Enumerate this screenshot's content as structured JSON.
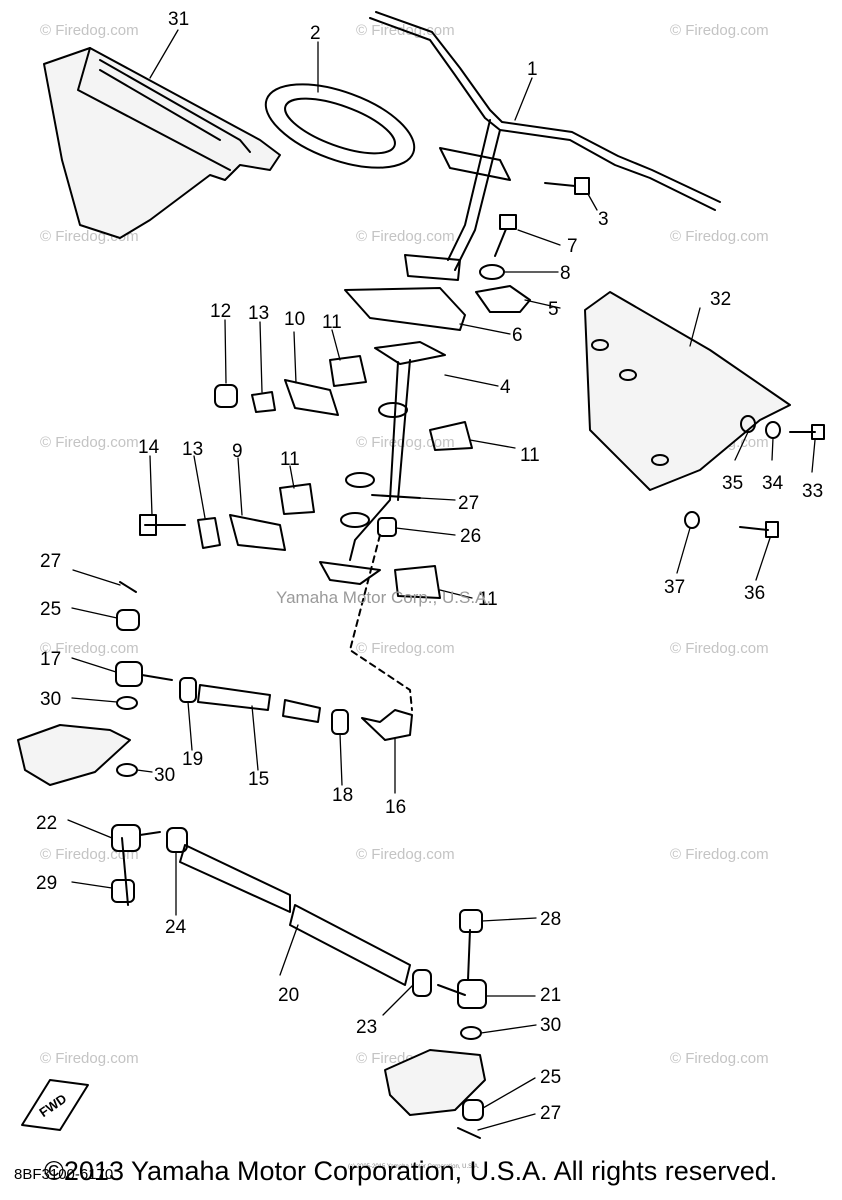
{
  "watermark": "© Firedog.com",
  "center_watermark": "Yamaha Motor Corp., U.S.A.",
  "part_code": "8BF3100-6170",
  "copyright": "©2013 Yamaha Motor Corporation, U.S.A. All rights reserved.",
  "tiny_note": "(c) 2005-2015 Yamaha Motor Corporation, U.S.A.",
  "fwd_label": "FWD",
  "callouts": [
    {
      "n": "31"
    },
    {
      "n": "2"
    },
    {
      "n": "1"
    },
    {
      "n": "3"
    },
    {
      "n": "7"
    },
    {
      "n": "8"
    },
    {
      "n": "5"
    },
    {
      "n": "6"
    },
    {
      "n": "32"
    },
    {
      "n": "12"
    },
    {
      "n": "13"
    },
    {
      "n": "10"
    },
    {
      "n": "11"
    },
    {
      "n": "4"
    },
    {
      "n": "11"
    },
    {
      "n": "14"
    },
    {
      "n": "13"
    },
    {
      "n": "9"
    },
    {
      "n": "11"
    },
    {
      "n": "27"
    },
    {
      "n": "26"
    },
    {
      "n": "11"
    },
    {
      "n": "35"
    },
    {
      "n": "34"
    },
    {
      "n": "33"
    },
    {
      "n": "37"
    },
    {
      "n": "36"
    },
    {
      "n": "27"
    },
    {
      "n": "25"
    },
    {
      "n": "17"
    },
    {
      "n": "30"
    },
    {
      "n": "19"
    },
    {
      "n": "15"
    },
    {
      "n": "18"
    },
    {
      "n": "16"
    },
    {
      "n": "30"
    },
    {
      "n": "22"
    },
    {
      "n": "29"
    },
    {
      "n": "24"
    },
    {
      "n": "28"
    },
    {
      "n": "20"
    },
    {
      "n": "21"
    },
    {
      "n": "30"
    },
    {
      "n": "23"
    },
    {
      "n": "25"
    },
    {
      "n": "27"
    }
  ]
}
